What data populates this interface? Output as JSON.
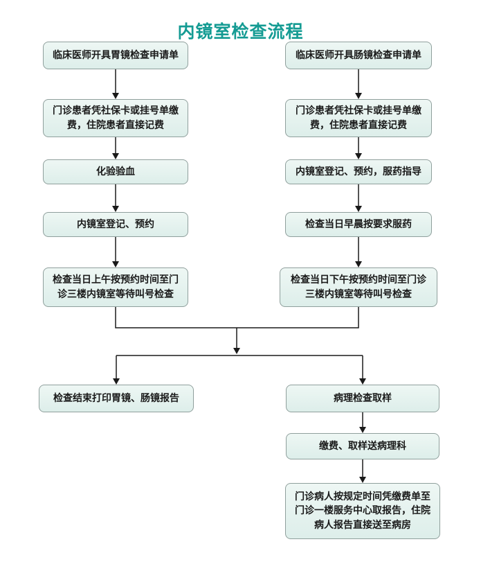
{
  "title": "内镜室检查流程",
  "colors": {
    "title_color": "#149B93",
    "box_fill_top": "#EEF7F4",
    "box_fill_bottom": "#DDEEEA",
    "box_border": "#8F9F9C",
    "arrow_color": "#1A1A1A",
    "text_color": "#1A1A1A",
    "page_bg": "#FFFFFF"
  },
  "flowchart": {
    "left_column": [
      {
        "text": "临床医师开具胃镜检查申请单"
      },
      {
        "text": "门诊患者凭社保卡或挂号单缴费，住院患者直接记费"
      },
      {
        "text": "化验验血"
      },
      {
        "text": "内镜室登记、预约"
      },
      {
        "text": "检查当日上午按预约时间至门诊三楼内镜室等待叫号检查"
      }
    ],
    "right_column": [
      {
        "text": "临床医师开具肠镜检查申请单"
      },
      {
        "text": "门诊患者凭社保卡或挂号单缴费，住院患者直接记费"
      },
      {
        "text": "内镜室登记、预约，服药指导"
      },
      {
        "text": "检查当日早晨按要求服药"
      },
      {
        "text": "检查当日下午按预约时间至门诊三楼内镜室等待叫号检查"
      }
    ],
    "bottom_left_column": [
      {
        "text": "检查结束打印胃镜、肠镜报告"
      }
    ],
    "bottom_right_column": [
      {
        "text": "病理检查取样"
      },
      {
        "text": "缴费、取样送病理科"
      },
      {
        "text": "门诊病人按规定时间凭缴费单至门诊一楼服务中心取报告，住院病人报告直接送至病房"
      }
    ]
  }
}
